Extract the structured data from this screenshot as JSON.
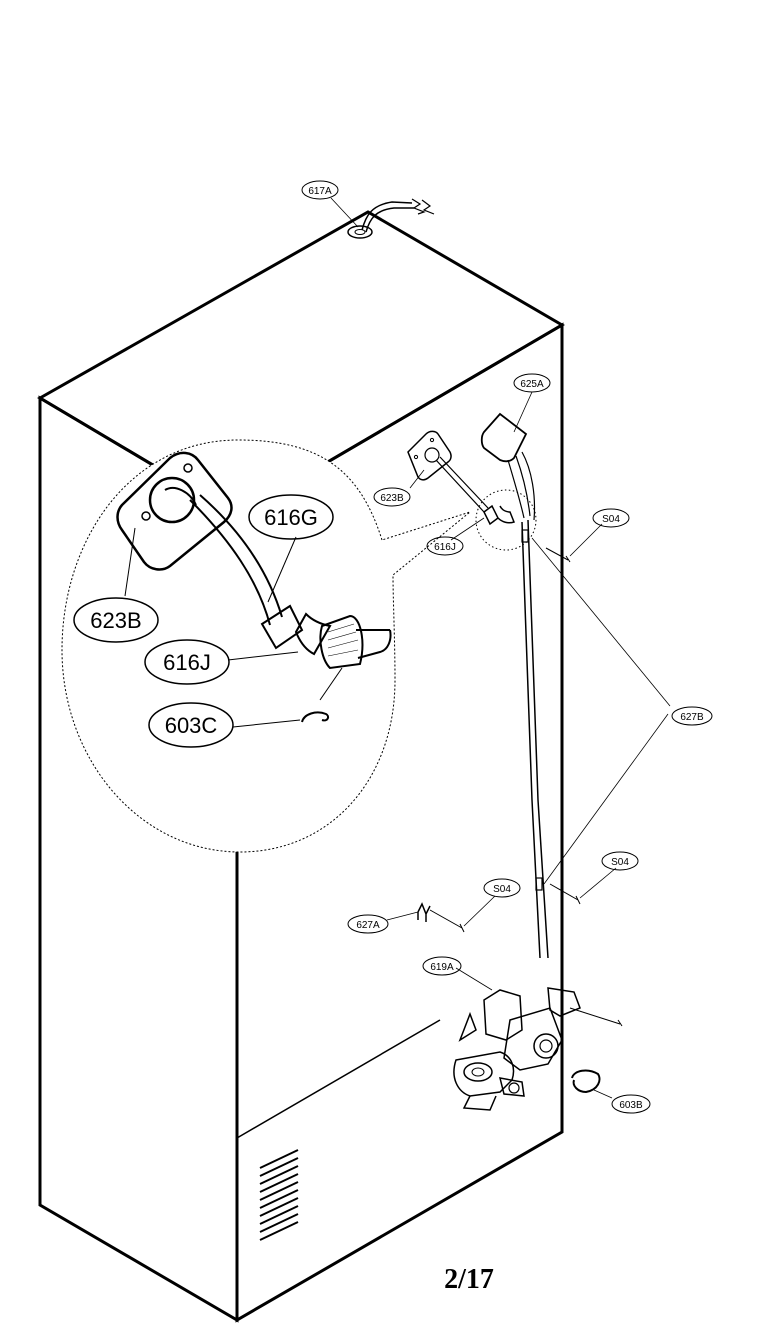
{
  "callouts": {
    "c617A": "617A",
    "c625A": "625A",
    "c623B_small": "623B",
    "c616J_small": "616J",
    "c604_top": "S04",
    "c627B": "627B",
    "c604_mid": "S04",
    "c604_left": "S04",
    "c627A": "627A",
    "c619A": "619A",
    "c603B": "603B"
  },
  "detail": {
    "c616G": "616G",
    "c623B": "623B",
    "c616J": "616J",
    "c603C": "603C"
  },
  "page_number": "2/17"
}
